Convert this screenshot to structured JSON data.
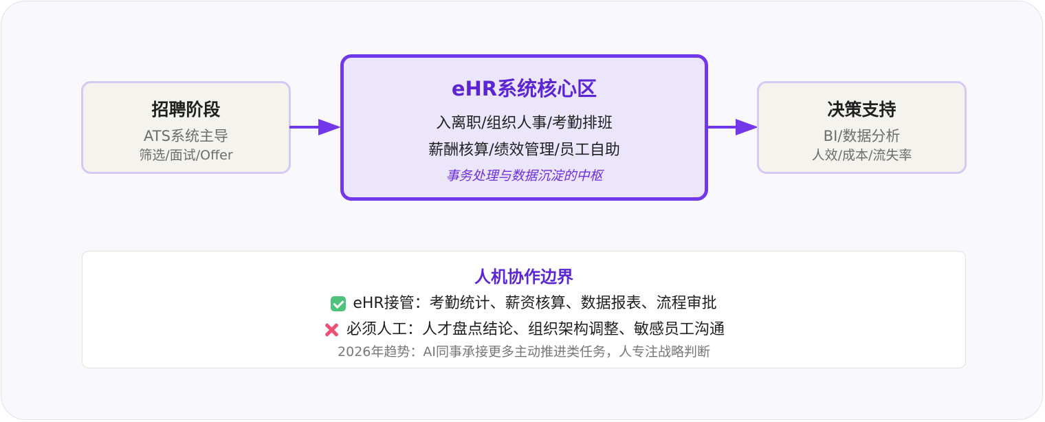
{
  "recruitment": {
    "title": "招聘阶段",
    "subtitle": "ATS系统主导",
    "detail": "筛选/面试/Offer"
  },
  "core": {
    "title": "eHR系统核心区",
    "line1": "入离职/组织人事/考勤排班",
    "line2": "薪酬核算/绩效管理/员工自助",
    "note": "事务处理与数据沉淀的中枢"
  },
  "decision": {
    "title": "决策支持",
    "subtitle": "BI/数据分析",
    "detail": "人效/成本/流失率"
  },
  "boundary": {
    "title": "人机协作边界",
    "ehr_icon": "check-icon",
    "ehr_text": "eHR接管：考勤统计、薪资核算、数据报表、流程审批",
    "human_icon": "cross-icon",
    "human_text": "必须人工：人才盘点结论、组织架构调整、敏感员工沟通",
    "trend": "2026年趋势：AI同事承接更多主动推进类任务，人专注战略判断"
  },
  "colors": {
    "accent": "#7337ea",
    "accent_text": "#5b25d3",
    "core_fill": "#ece6fd",
    "side_fill": "#f5f3ee",
    "side_border": "#d5c8f5",
    "check": "#4cc27a",
    "cross": "#ee4f72"
  }
}
